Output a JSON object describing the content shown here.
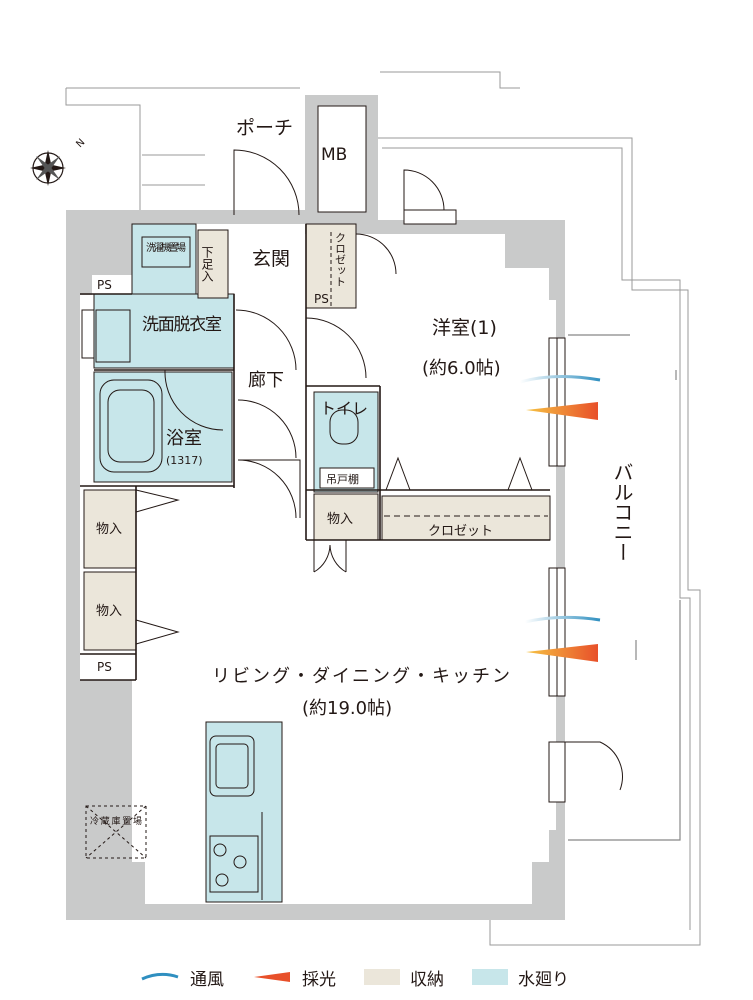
{
  "floorplan": {
    "rooms": {
      "porch": "ポーチ",
      "mb": "MB",
      "entrance": "玄関",
      "shoe_storage": "下足入",
      "closet_entry": "クロゼット",
      "ps": "PS",
      "washer": "洗濯機置場",
      "washroom": "洗面脱衣室",
      "hallway": "廊下",
      "bath": "浴室",
      "bath_size": "(1317)",
      "toilet": "トイレ",
      "toilet_shelf": "吊戸棚",
      "storage": "物入",
      "closet_room": "クロゼット",
      "western_room": "洋室(1)",
      "western_room_size": "(約6.0帖)",
      "ldk": "リビング・ダイニング・キッチン",
      "ldk_size": "(約19.0帖)",
      "fridge": "冷蔵庫置場",
      "balcony": "バルコニー",
      "compass": "N"
    },
    "colors": {
      "wall": "#c9caca",
      "storage": "#ebe6da",
      "water": "#c7e6ea",
      "wind": "#2f8fc0",
      "light": "#e8502a"
    }
  },
  "legend": {
    "ventilation": "通風",
    "daylight": "採光",
    "storage": "収納",
    "water": "水廻り"
  }
}
